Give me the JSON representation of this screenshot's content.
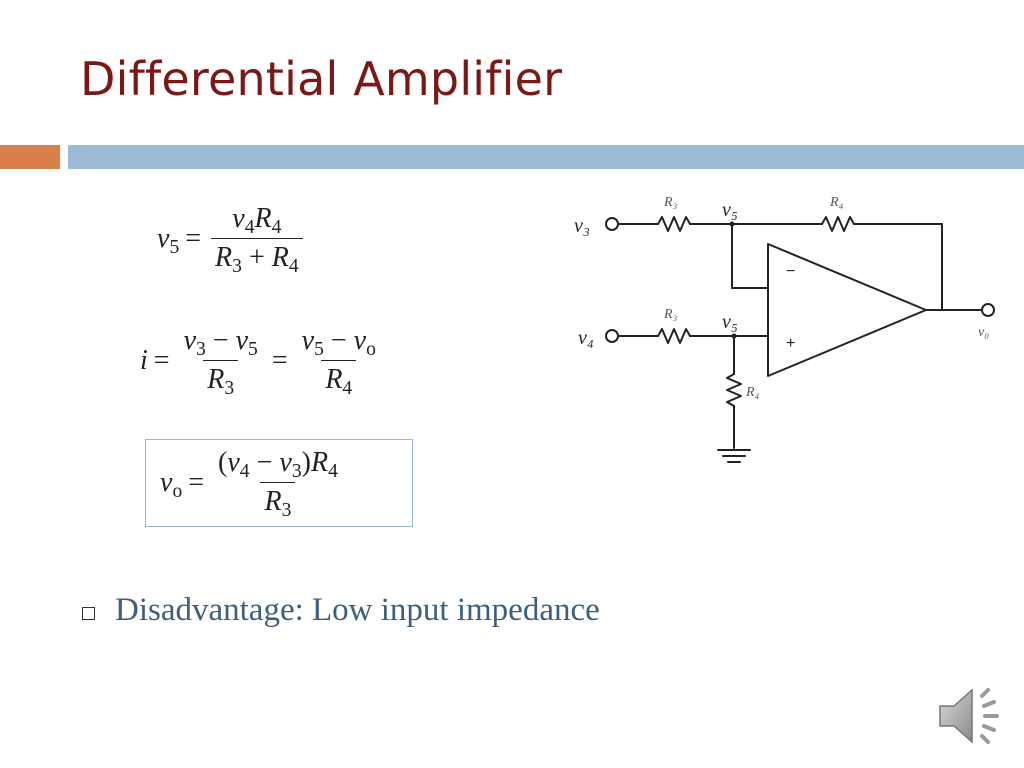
{
  "slide": {
    "title": "Differential Amplifier",
    "bullet": "Disadvantage: Low input impedance"
  },
  "equations": {
    "v5": {
      "lhs": "v",
      "lhs_sub": "5",
      "rel": "=",
      "num_a": "v",
      "num_a_sub": "4",
      "num_b": "R",
      "num_b_sub": "4",
      "den_a": "R",
      "den_a_sub": "3",
      "den_op": "+",
      "den_b": "R",
      "den_b_sub": "4"
    },
    "current": {
      "lhs": "i",
      "rel1": "=",
      "f1_num_a": "v",
      "f1_num_a_sub": "3",
      "f1_num_op": "−",
      "f1_num_b": "v",
      "f1_num_b_sub": "5",
      "f1_den": "R",
      "f1_den_sub": "3",
      "rel2": "=",
      "f2_num_a": "v",
      "f2_num_a_sub": "5",
      "f2_num_op": "−",
      "f2_num_b": "v",
      "f2_num_b_sub": "o",
      "f2_den": "R",
      "f2_den_sub": "4"
    },
    "vo": {
      "lhs": "v",
      "lhs_sub": "o",
      "rel": "=",
      "num_open": "(",
      "num_a": "v",
      "num_a_sub": "4",
      "num_op": "−",
      "num_b": "v",
      "num_b_sub": "3",
      "num_close": ")",
      "num_c": "R",
      "num_c_sub": "4",
      "den": "R",
      "den_sub": "3"
    }
  },
  "circuit": {
    "labels": {
      "v3": "v₃",
      "v4": "v₄",
      "v5_top": "v₅",
      "v5_bottom": "v₅",
      "r3_top": "R₃",
      "r3_bottom": "R₃",
      "r4_top": "R₄",
      "r4_bottom": "R₄",
      "vo": "v₀",
      "minus": "−",
      "plus": "+"
    }
  },
  "icons": {
    "bullet": "hollow-square-bullet",
    "audio": "speaker-icon"
  },
  "colors": {
    "title": "#7a1818",
    "accent_left": "#d9804a",
    "accent_main": "#9dbad6",
    "bullet_text": "#3e5e7e",
    "box_border": "#9ab6d6"
  }
}
